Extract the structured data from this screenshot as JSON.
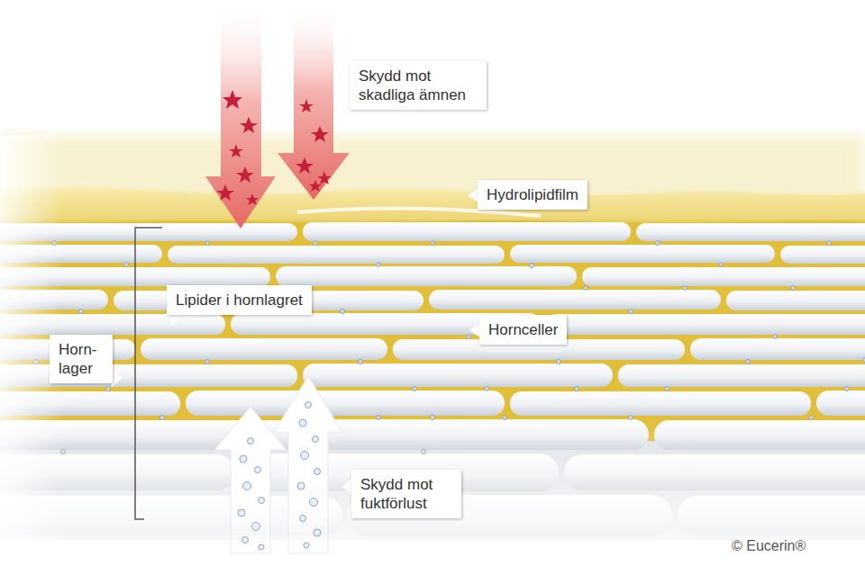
{
  "diagram": {
    "labels": [
      "Skydd mot skadliga ämnen",
      "Hydrolipidfilm",
      "Lipider i hornlagret",
      "Hornceller",
      "Horn- lager",
      "Skydd mot fuktförlust",
      "© Eucerin®"
    ]
  }
}
